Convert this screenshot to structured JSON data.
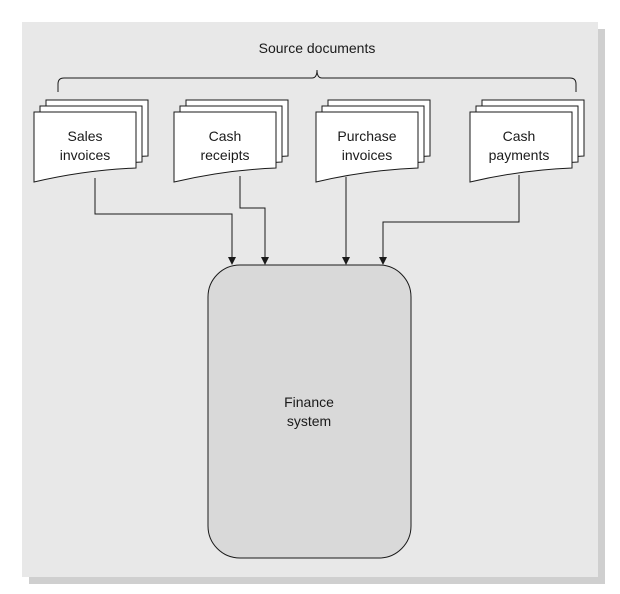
{
  "diagram": {
    "header": "Source documents",
    "documents": [
      {
        "line1": "Sales",
        "line2": "invoices"
      },
      {
        "line1": "Cash",
        "line2": "receipts"
      },
      {
        "line1": "Purchase",
        "line2": "invoices"
      },
      {
        "line1": "Cash",
        "line2": "payments"
      }
    ],
    "system": {
      "line1": "Finance",
      "line2": "system"
    },
    "colors": {
      "panel": "#e8e8e8",
      "shadow": "#cfcfcf",
      "document_fill": "#ffffff",
      "system_fill": "#d9d9d9",
      "stroke": "#1a1a1a"
    }
  }
}
